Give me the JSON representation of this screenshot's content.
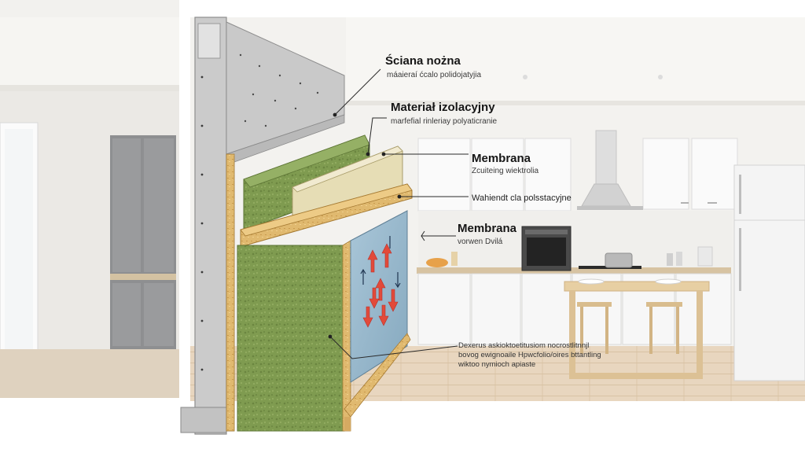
{
  "callouts": {
    "wall": {
      "title": "Ściana nożna",
      "subtitle": "máaieraí ćcalo polidojatyjia"
    },
    "insulation": {
      "title": "Materiał izolacyjny",
      "subtitle": "marfefial rinleriay polyaticranie"
    },
    "membrane_top": {
      "title": "Membrana",
      "subtitle": "Zcuiteing wiektrolia"
    },
    "polystyrene": {
      "title": "Wahiendt cla polsstacyjne"
    },
    "membrane_bottom": {
      "title": "Membrana",
      "subtitle": "vorwen Dvilá"
    },
    "description": {
      "lines": [
        "Dexerus askioktoetitusiom nocrostlitnnjl",
        "bovog ewignoaile Hpwcfolio/oires bttantling",
        "wiktoo nymioch apiaste"
      ]
    }
  },
  "colors": {
    "wall_gray": "#c9c9c9",
    "mineral_wool": "#7d9a4e",
    "polystyrene_block": "#e8dfb8",
    "wood": "#e3bd76",
    "membrane_blue": "#9ab8cc",
    "heat_arrows": "#e24a3a"
  }
}
